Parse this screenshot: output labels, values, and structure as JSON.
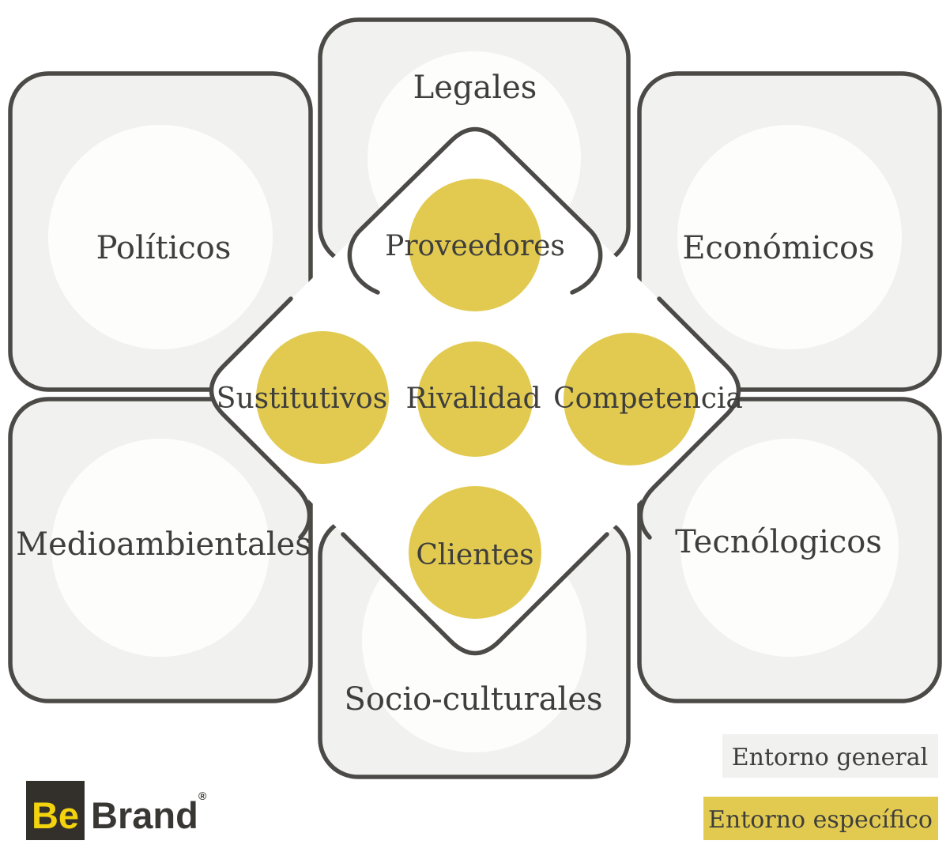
{
  "diagram": {
    "general": [
      {
        "key": "legales",
        "label": "Legales"
      },
      {
        "key": "politicos",
        "label": "Políticos"
      },
      {
        "key": "economicos",
        "label": "Económicos"
      },
      {
        "key": "medioambientales",
        "label": "Medioambientales"
      },
      {
        "key": "tecnologicos",
        "label": "Tecnólogicos"
      },
      {
        "key": "socio_culturales",
        "label": "Socio-culturales"
      }
    ],
    "specific": [
      {
        "key": "proveedores",
        "label": "Proveedores"
      },
      {
        "key": "sustitutivos",
        "label": "Sustitutivos"
      },
      {
        "key": "rivalidad",
        "label": "Rivalidad"
      },
      {
        "key": "competencia",
        "label": "Competencia"
      },
      {
        "key": "clientes",
        "label": "Clientes"
      }
    ]
  },
  "legend": {
    "general_label": "Entorno general",
    "especifico_label": "Entorno específico"
  },
  "logo": {
    "mark": "Be",
    "name": "Brand",
    "registered": "®"
  },
  "colors": {
    "card_fill": "#f1f1ef",
    "card_stroke": "#4b4a47",
    "inner_circle": "#fdfdfc",
    "diamond_fill": "#ffffff",
    "accent_yellow": "#e2ca51",
    "text_color": "#3e3e3c",
    "logo_box": "#33302c",
    "logo_yellow": "#f2d30e",
    "logo_name": "#393734"
  }
}
